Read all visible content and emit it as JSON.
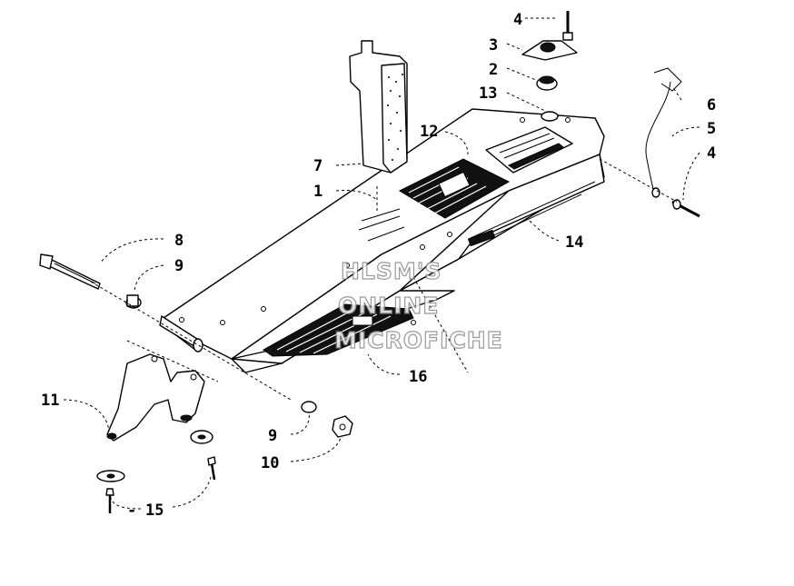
{
  "callouts": {
    "c1": "1",
    "c2": "2",
    "c3": "3",
    "c4a": "4",
    "c4b": "4",
    "c5": "5",
    "c6": "6",
    "c7": "7",
    "c8": "8",
    "c9a": "9",
    "c9b": "9",
    "c10": "10",
    "c11": "11",
    "c12": "12",
    "c13": "13",
    "c14": "14",
    "c15": "15",
    "c16": "16"
  },
  "watermark": {
    "line1": "HLSM'S",
    "line2": "ONLINE",
    "line3": "MICROFICHE"
  }
}
